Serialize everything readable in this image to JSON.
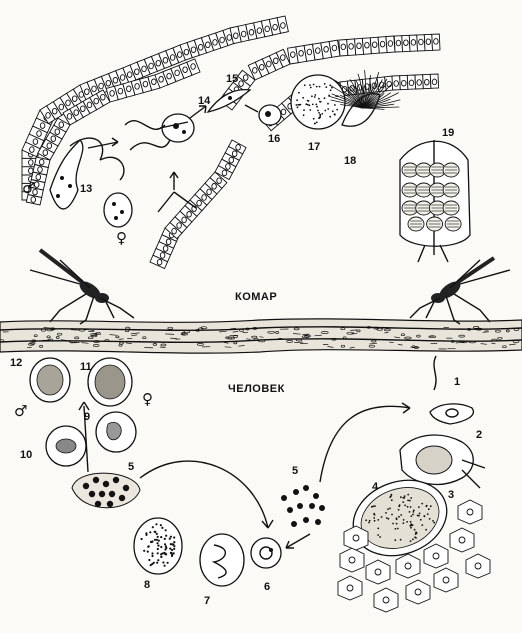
{
  "labels": {
    "mosquito": "КОМАР",
    "human": "ЧЕЛОВЕК"
  },
  "stage_numbers": [
    "1",
    "2",
    "3",
    "4",
    "5",
    "5",
    "6",
    "7",
    "8",
    "9",
    "10",
    "11",
    "12",
    "13",
    "14",
    "15",
    "16",
    "17",
    "18",
    "19"
  ],
  "symbols": {
    "male": "♂",
    "female": "♀"
  }
}
